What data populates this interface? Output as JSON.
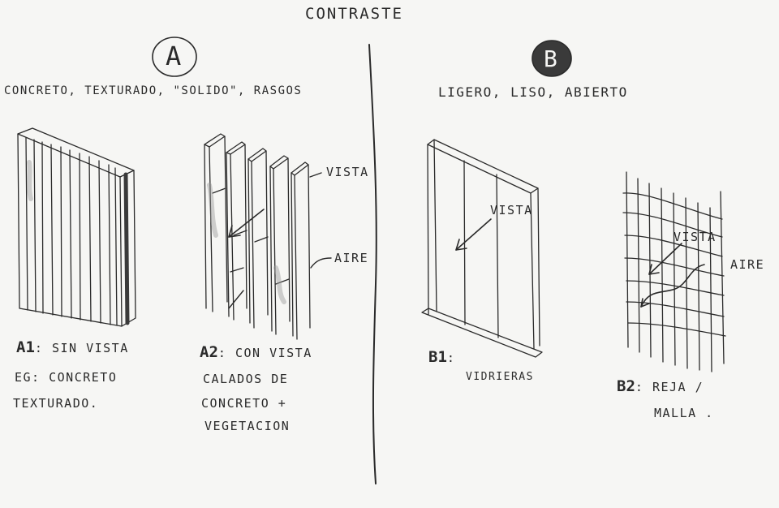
{
  "title": "CONTRASTE",
  "section_a": {
    "badge": "A",
    "subtitle": "CONCRETO, TEXTURADO, \"SOLIDO\", RASGOS",
    "a1": {
      "code": "A1",
      "caption": ": SIN VISTA",
      "note": [
        "EG: CONCRETO",
        "TEXTURADO."
      ]
    },
    "a2": {
      "code": "A2",
      "caption": ": CON VISTA",
      "note": [
        "CALADOS DE",
        "CONCRETO +",
        "VEGETACION"
      ],
      "label_vista": "VISTA",
      "label_aire": "AIRE"
    }
  },
  "section_b": {
    "badge": "B",
    "subtitle": "LIGERO, LISO, ABIERTO",
    "b1": {
      "code": "B1",
      "caption": ":",
      "note": "VIDRIERAS",
      "label_vista": "VISTA"
    },
    "b2": {
      "code": "B2",
      "caption": ": REJA /",
      "note": "MALLA .",
      "label_vista": "VISTA",
      "label_aire": "AIRE"
    }
  },
  "colors": {
    "ink": "#2a2a2a",
    "paper": "#f6f6f4",
    "badge_b_fill": "#3a3a3a"
  }
}
